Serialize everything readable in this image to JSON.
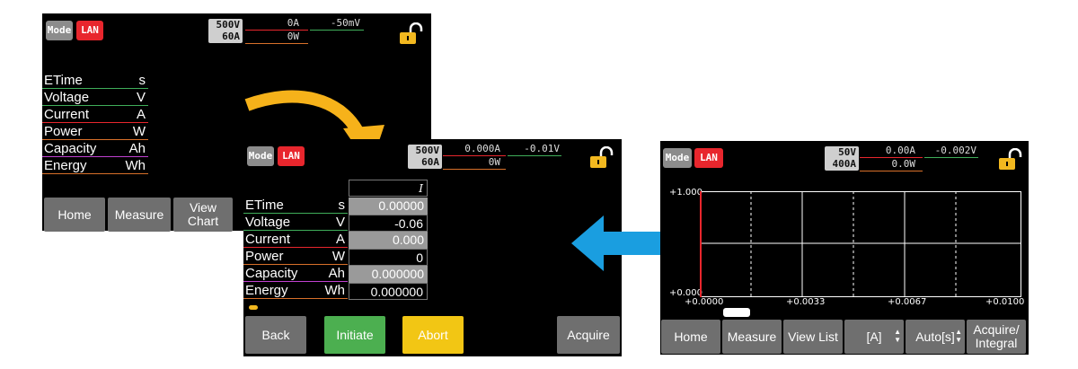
{
  "screen1": {
    "mode": "Mode",
    "lan": "LAN",
    "range_v": "500V",
    "range_a": "60A",
    "meas_current": "0A",
    "meas_voltage": "-50mV",
    "meas_power": "0W",
    "rows": [
      {
        "label": "ETime",
        "unit": "s"
      },
      {
        "label": "Voltage",
        "unit": "V"
      },
      {
        "label": "Current",
        "unit": "A"
      },
      {
        "label": "Power",
        "unit": "W"
      },
      {
        "label": "Capacity",
        "unit": "Ah"
      },
      {
        "label": "Energy",
        "unit": "Wh"
      }
    ],
    "buttons": [
      "Home",
      "Measure",
      "View Chart"
    ]
  },
  "screen2": {
    "mode": "Mode",
    "lan": "LAN",
    "range_v": "500V",
    "range_a": "60A",
    "meas_current": "0.000A",
    "meas_voltage": "-0.01V",
    "meas_power": "0W",
    "col_header": "I",
    "rows": [
      {
        "label": "ETime",
        "unit": "s",
        "value": "0.00000"
      },
      {
        "label": "Voltage",
        "unit": "V",
        "value": "-0.06"
      },
      {
        "label": "Current",
        "unit": "A",
        "value": "0.000"
      },
      {
        "label": "Power",
        "unit": "W",
        "value": "0"
      },
      {
        "label": "Capacity",
        "unit": "Ah",
        "value": "0.000000"
      },
      {
        "label": "Energy",
        "unit": "Wh",
        "value": "0.000000"
      }
    ],
    "buttons": [
      "Back",
      "Initiate",
      "Abort",
      "Acquire"
    ]
  },
  "screen3": {
    "mode": "Mode",
    "lan": "LAN",
    "range_v": "50V",
    "range_a": "400A",
    "meas_current": "0.00A",
    "meas_voltage": "-0.002V",
    "meas_power": "0.0W",
    "y_top": "+1.000",
    "y_bottom": "+0.000",
    "x_ticks": [
      "+0.0000",
      "+0.0033",
      "+0.0067",
      "+0.0100"
    ],
    "buttons": [
      "Home",
      "Measure",
      "View List",
      "[A]",
      "Auto[s]",
      "Acquire/\nIntegral"
    ]
  },
  "colors": {
    "arrow_yellow": "#f6b21a",
    "arrow_blue": "#1a9ee0",
    "lan_red": "#e8262d",
    "lock_yellow": "#f2b81f",
    "green": "#4caf50",
    "yellow": "#f2c614"
  }
}
